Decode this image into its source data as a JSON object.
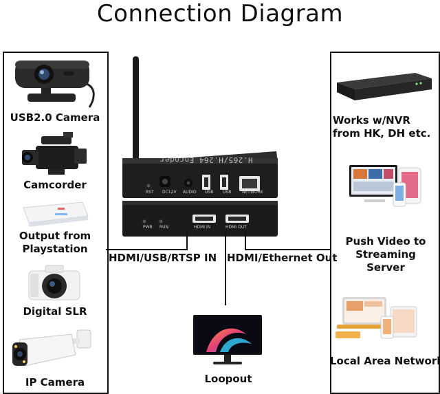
{
  "title": "Connection Diagram",
  "sources": [
    {
      "label": "USB2.0 Camera",
      "icon": "webcam-icon"
    },
    {
      "label": "Camcorder",
      "icon": "camcorder-icon"
    },
    {
      "label": "Output from Playstation",
      "icon": "game-console-icon"
    },
    {
      "label": "Digital SLR",
      "icon": "dslr-camera-icon"
    },
    {
      "label": "IP Camera",
      "icon": "ip-camera-icon"
    }
  ],
  "destinations": [
    {
      "label": "Works w/NVR from HK, DH etc.",
      "icon": "nvr-icon"
    },
    {
      "label": "Push Video to Streaming Server",
      "icon": "streaming-screens-icon"
    },
    {
      "label": "Local Area Network",
      "icon": "lan-devices-icon"
    }
  ],
  "device": {
    "top_label": "H.265/H.264 Encoder",
    "ports_top": [
      "RST",
      "DC12V",
      "AUDIO",
      "USB",
      "USB",
      "NETWORK"
    ],
    "ports_bottom": [
      "PWR",
      "RUN",
      "HDMI IN",
      "HDMI OUT"
    ]
  },
  "connections": {
    "input": "HDMI/USB/RTSP IN",
    "output": "HDMI/Ethernet Out",
    "loopout": "Loopout"
  },
  "colors": {
    "line": "#111111",
    "device_body": "#1e1e1e",
    "panel_border": "#111111"
  }
}
